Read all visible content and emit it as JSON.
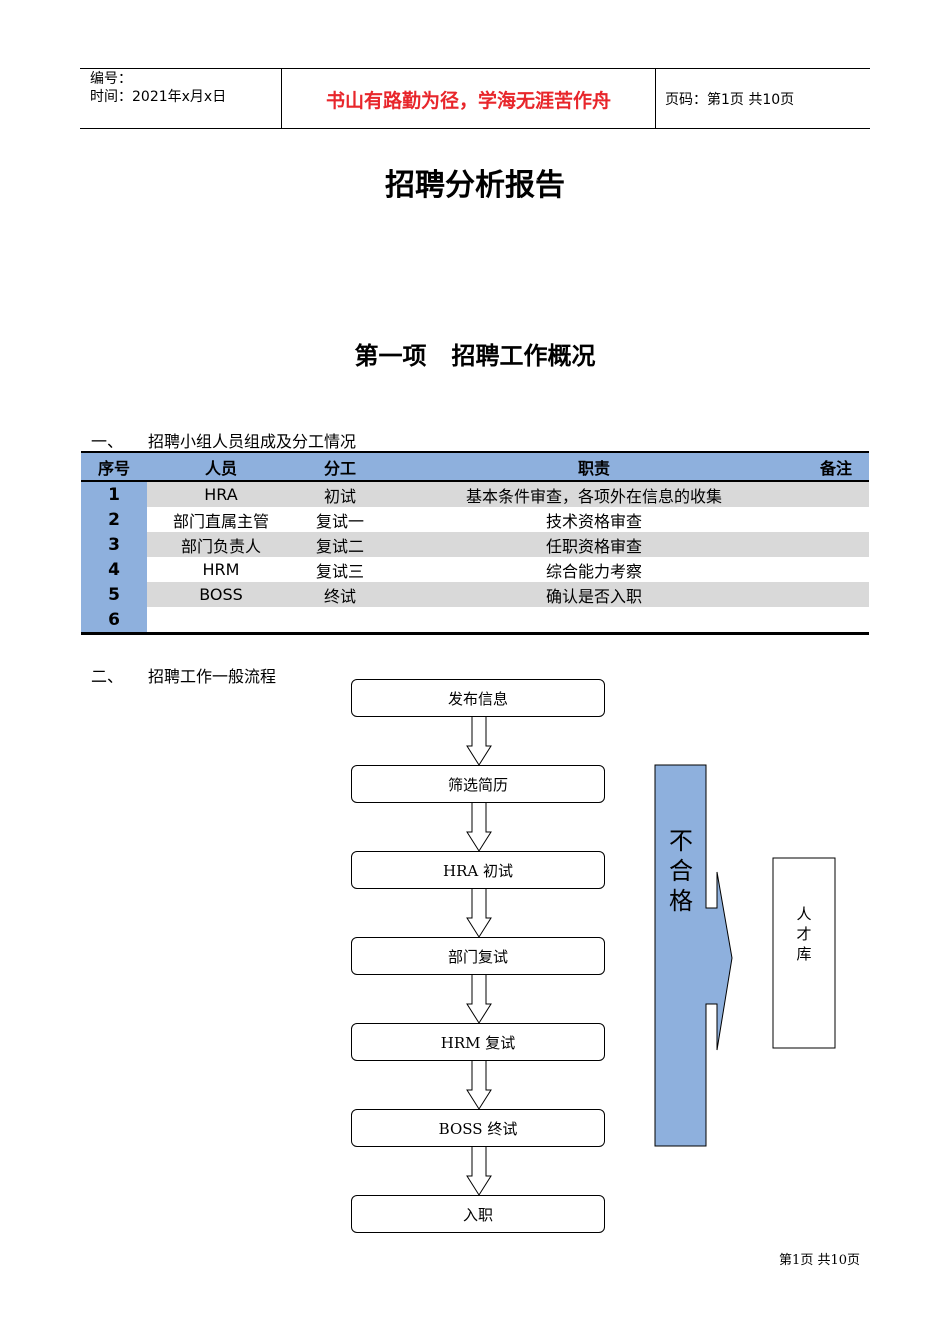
{
  "header": {
    "number_label": "编号：",
    "time_label": "时间：2021年x月x日",
    "motto": "书山有路勤为径，学海无涯苦作舟",
    "page_info": "页码：第1页 共10页"
  },
  "title": "招聘分析报告",
  "section_title": "第一项   招聘工作概况",
  "subsection1": {
    "index": "一、",
    "label": "招聘小组人员组成及分工情况"
  },
  "table": {
    "headers": [
      "序号",
      "人员",
      "分工",
      "职责",
      "备注"
    ],
    "rows": [
      {
        "no": "1",
        "person": "HRA",
        "role": "初试",
        "duty": "基本条件审查，各项外在信息的收集",
        "note": ""
      },
      {
        "no": "2",
        "person": "部门直属主管",
        "role": "复试一",
        "duty": "技术资格审查",
        "note": ""
      },
      {
        "no": "3",
        "person": "部门负责人",
        "role": "复试二",
        "duty": "任职资格审查",
        "note": ""
      },
      {
        "no": "4",
        "person": "HRM",
        "role": "复试三",
        "duty": "综合能力考察",
        "note": ""
      },
      {
        "no": "5",
        "person": "BOSS",
        "role": "终试",
        "duty": "确认是否入职",
        "note": ""
      },
      {
        "no": "6",
        "person": "",
        "role": "",
        "duty": "",
        "note": ""
      }
    ]
  },
  "subsection2": {
    "index": "二、",
    "label": "招聘工作一般流程"
  },
  "flow": {
    "steps": [
      "发布信息",
      "筛选简历",
      "HRA 初试",
      "部门复试",
      "HRM 复试",
      "BOSS 终试",
      "入职"
    ],
    "reject_label": "不合格",
    "talent_pool": "人才库"
  },
  "footer": "第1页 共10页",
  "colors": {
    "accent_blue": "#8eb0dd",
    "motto_red": "#e8262b",
    "row_shade": "#d9d9d9"
  }
}
